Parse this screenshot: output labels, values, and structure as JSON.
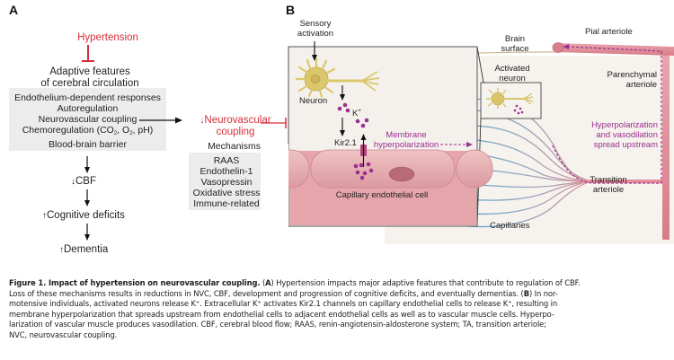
{
  "panel_a": {
    "letter": "A",
    "hypertension": "Hypertension",
    "adaptive_title_1": "Adaptive features",
    "adaptive_title_2": "of cerebral circulation",
    "features": [
      "Endothelium-dependent responses",
      "Autoregulation",
      "Neurovascular coupling",
      "Chemoregulation (CO",
      "Blood-brain barrier"
    ],
    "chemo_sub_co": "2",
    "chemo_mid": ", O",
    "chemo_sub_o": "2",
    "chemo_end": ", pH)",
    "nvc_down_1": "Neurovascular",
    "nvc_down_2": "coupling",
    "mechanisms_label": "Mechanisms:",
    "mechanisms": [
      "RAAS",
      "Endothelin-1",
      "Vasopressin",
      "Oxidative stress",
      "Immune-related"
    ],
    "cbf": "CBF",
    "cognitive": "Cognitive deficits",
    "dementia": "Dementia",
    "down_arrow": "↓",
    "up_arrow": "↑"
  },
  "panel_b": {
    "letter": "B",
    "sensory_1": "Sensory",
    "sensory_2": "activation",
    "neuron": "Neuron",
    "k_ion": "K",
    "k_sup": "+",
    "kir": "Kir2.1",
    "membrane_1": "Membrane",
    "membrane_2": "hyperpolarization",
    "capillary_cell": "Capillary endothelial cell",
    "brain_1": "Brain",
    "brain_2": "surface",
    "activated_1": "Activated",
    "activated_2": "neuron",
    "pial": "Pial arteriole",
    "parenchymal_1": "Parenchymal",
    "parenchymal_2": "arteriole",
    "spread_1": "Hyperpolarization",
    "spread_2": "and vasodilation",
    "spread_3": "spread upstream",
    "transition_1": "Transition",
    "transition_2": "arteriole",
    "capillaries": "Capillaries"
  },
  "colors": {
    "red": "#d3303a",
    "purple": "#9a2f8e",
    "vessel_pink": "#e48d99",
    "neuron_gold": "#d9c46a",
    "capillary_blue": "#6aa5c8",
    "gray_box": "#ececec"
  },
  "caption": {
    "title": "Figure 1. Impact of hypertension on neurovascular coupling.",
    "a_label": "A",
    "line1_rest": " Hypertension impacts major adaptive features that contribute to regulation of CBF.",
    "line2": "Loss of these mechanisms results in reductions in NVC, CBF, development and progression of cognitive deficits, and eventually dementias. (",
    "b_label": "B",
    "line2_end": ") In nor-",
    "line3": "motensive individuals, activated neurons release K⁺. Extracellular K⁺ activates Kir2.1 channels on capillary endothelial cells to release K⁺, resulting in",
    "line4": "membrane hyperpolarization that spreads upstream from endothelial cells to adjacent endothelial cells as well as to vascular muscle cells. Hyperpo-",
    "line5": "larization of vascular muscle produces vasodilation. CBF, cerebral blood flow; RAAS, renin-angiotensin-aldosterone system; TA, transition arteriole;",
    "line6": "NVC, neurovascular coupling."
  }
}
